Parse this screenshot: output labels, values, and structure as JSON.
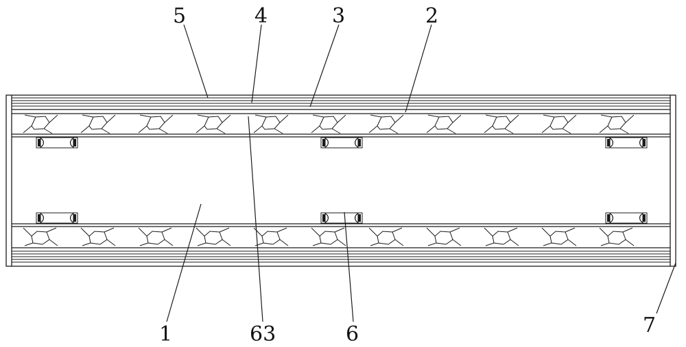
{
  "figure": {
    "labels": {
      "label_1": "1",
      "label_2": "2",
      "label_3": "3",
      "label_4": "4",
      "label_5": "5",
      "label_6": "6",
      "label_7": "7",
      "label_63": "63"
    }
  }
}
